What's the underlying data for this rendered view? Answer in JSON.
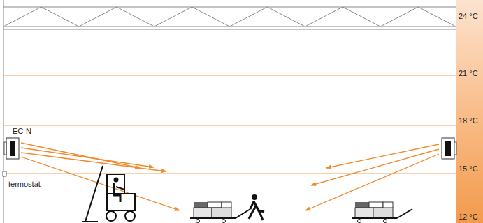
{
  "diagram": {
    "labels": [
      "24 °C",
      "21 °C",
      "18 °C",
      "15 °C",
      "12 °C",
      "EC-N",
      "termostat"
    ]
  }
}
